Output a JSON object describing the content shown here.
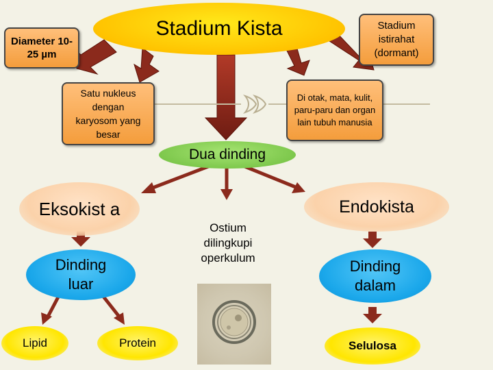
{
  "title": "Stadium Kista",
  "diameter": "Diameter 10-25 µm",
  "dormant": "Stadium istirahat (dormant)",
  "nucleus": "Satu nukleus dengan karyosom yang besar",
  "location": "Di otak, mata, kulit, paru-paru dan organ lain tubuh manusia",
  "dua_dinding": "Dua dinding",
  "eksokista": "Eksokist a",
  "endokista": "Endokista",
  "ostium": "Ostium dilingkupi operkulum",
  "dinding_luar": "Dinding luar",
  "dinding_dalam": "Dinding dalam",
  "lipid": "Lipid",
  "protein": "Protein",
  "selulosa": "Selulosa",
  "colors": {
    "background": "#f3f2e6",
    "yellow": "#ffe600",
    "orange": "#f6b26b",
    "green": "#8ed35a",
    "blue": "#2ab0ec",
    "peach": "#fbd7b4",
    "arrow": "#8b2a1c"
  }
}
